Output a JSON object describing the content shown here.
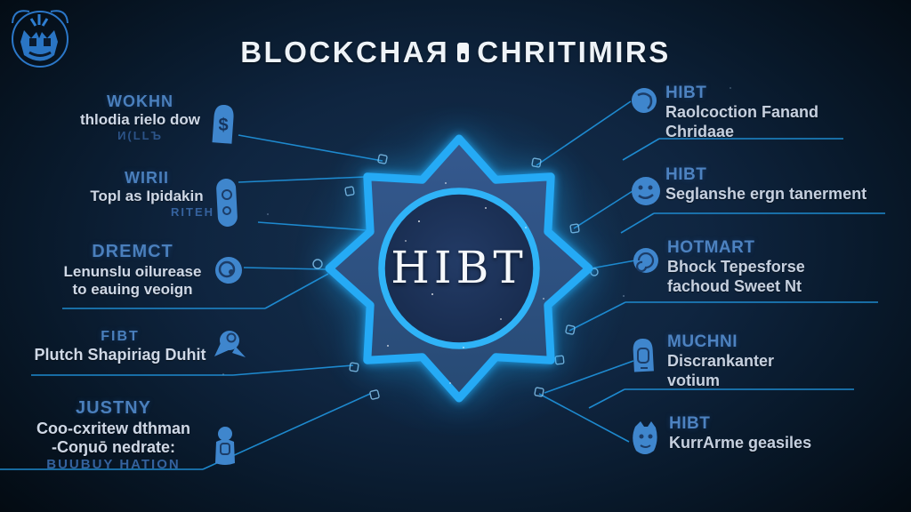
{
  "title": {
    "part1": "BLOCKCHAЯ",
    "part2": "CHRITIMIRS",
    "glyph_icon": "phone-icon"
  },
  "logo": {
    "icon": "gorilla-crest-icon"
  },
  "center": {
    "label": "HIBT",
    "shape": "eight-point-star-badge"
  },
  "left_items": [
    {
      "heading": "WOKHN",
      "lines": [
        "thlodia rielo dow"
      ],
      "caption": "И(LLЪ",
      "icon": "dollar-coin-icon"
    },
    {
      "heading": "WIRII",
      "lines": [
        "Topl as Ipidakin"
      ],
      "caption": "RITEH",
      "icon": "capsule-coin-icon"
    },
    {
      "heading": "DREMCT",
      "lines": [
        "Lenunslu oilurease",
        "to eauing veoign"
      ],
      "caption": "",
      "icon": "round-coin-icon"
    },
    {
      "heading": "FIBT",
      "lines": [
        "Plutch Shapiriag Duhit"
      ],
      "caption": "",
      "icon": "bird-icon"
    },
    {
      "heading": "JUSTNY",
      "lines": [
        "Coo-cxritew dthman",
        "-Coŋuō nedrate:"
      ],
      "caption": "BUUBUY HATION",
      "icon": "figure-icon"
    }
  ],
  "right_items": [
    {
      "heading": "HIBT",
      "lines": [
        "Raolcoction Fanand",
        "Chridaae"
      ],
      "icon": "blob-coin-icon"
    },
    {
      "heading": "HIBT",
      "lines": [
        "Seglanshe ergn tanerment"
      ],
      "icon": "globe-face-coin-icon"
    },
    {
      "heading": "HOTMART",
      "lines": [
        "Bhock Tepesforse",
        "fachoud Sweet Nt"
      ],
      "icon": "swirl-coin-icon"
    },
    {
      "heading": "MUCHNI",
      "lines": [
        "Discrankanter",
        "votium"
      ],
      "icon": "bell-coin-icon"
    },
    {
      "heading": "HIBT",
      "lines": [
        "KurrArme geasiles"
      ],
      "icon": "creature-coin-icon"
    }
  ],
  "colors": {
    "accent_cyan": "#1ea8f2",
    "star_fill": "#2d5184",
    "circle_fill": "#1c3056",
    "heading_blue": "#4a7fbc",
    "body_text": "#cfd8e6",
    "caption_blue": "#35629e",
    "connector_line": "#1f8fd6",
    "title_text": "#eef3f8",
    "background": "#0f2540"
  }
}
